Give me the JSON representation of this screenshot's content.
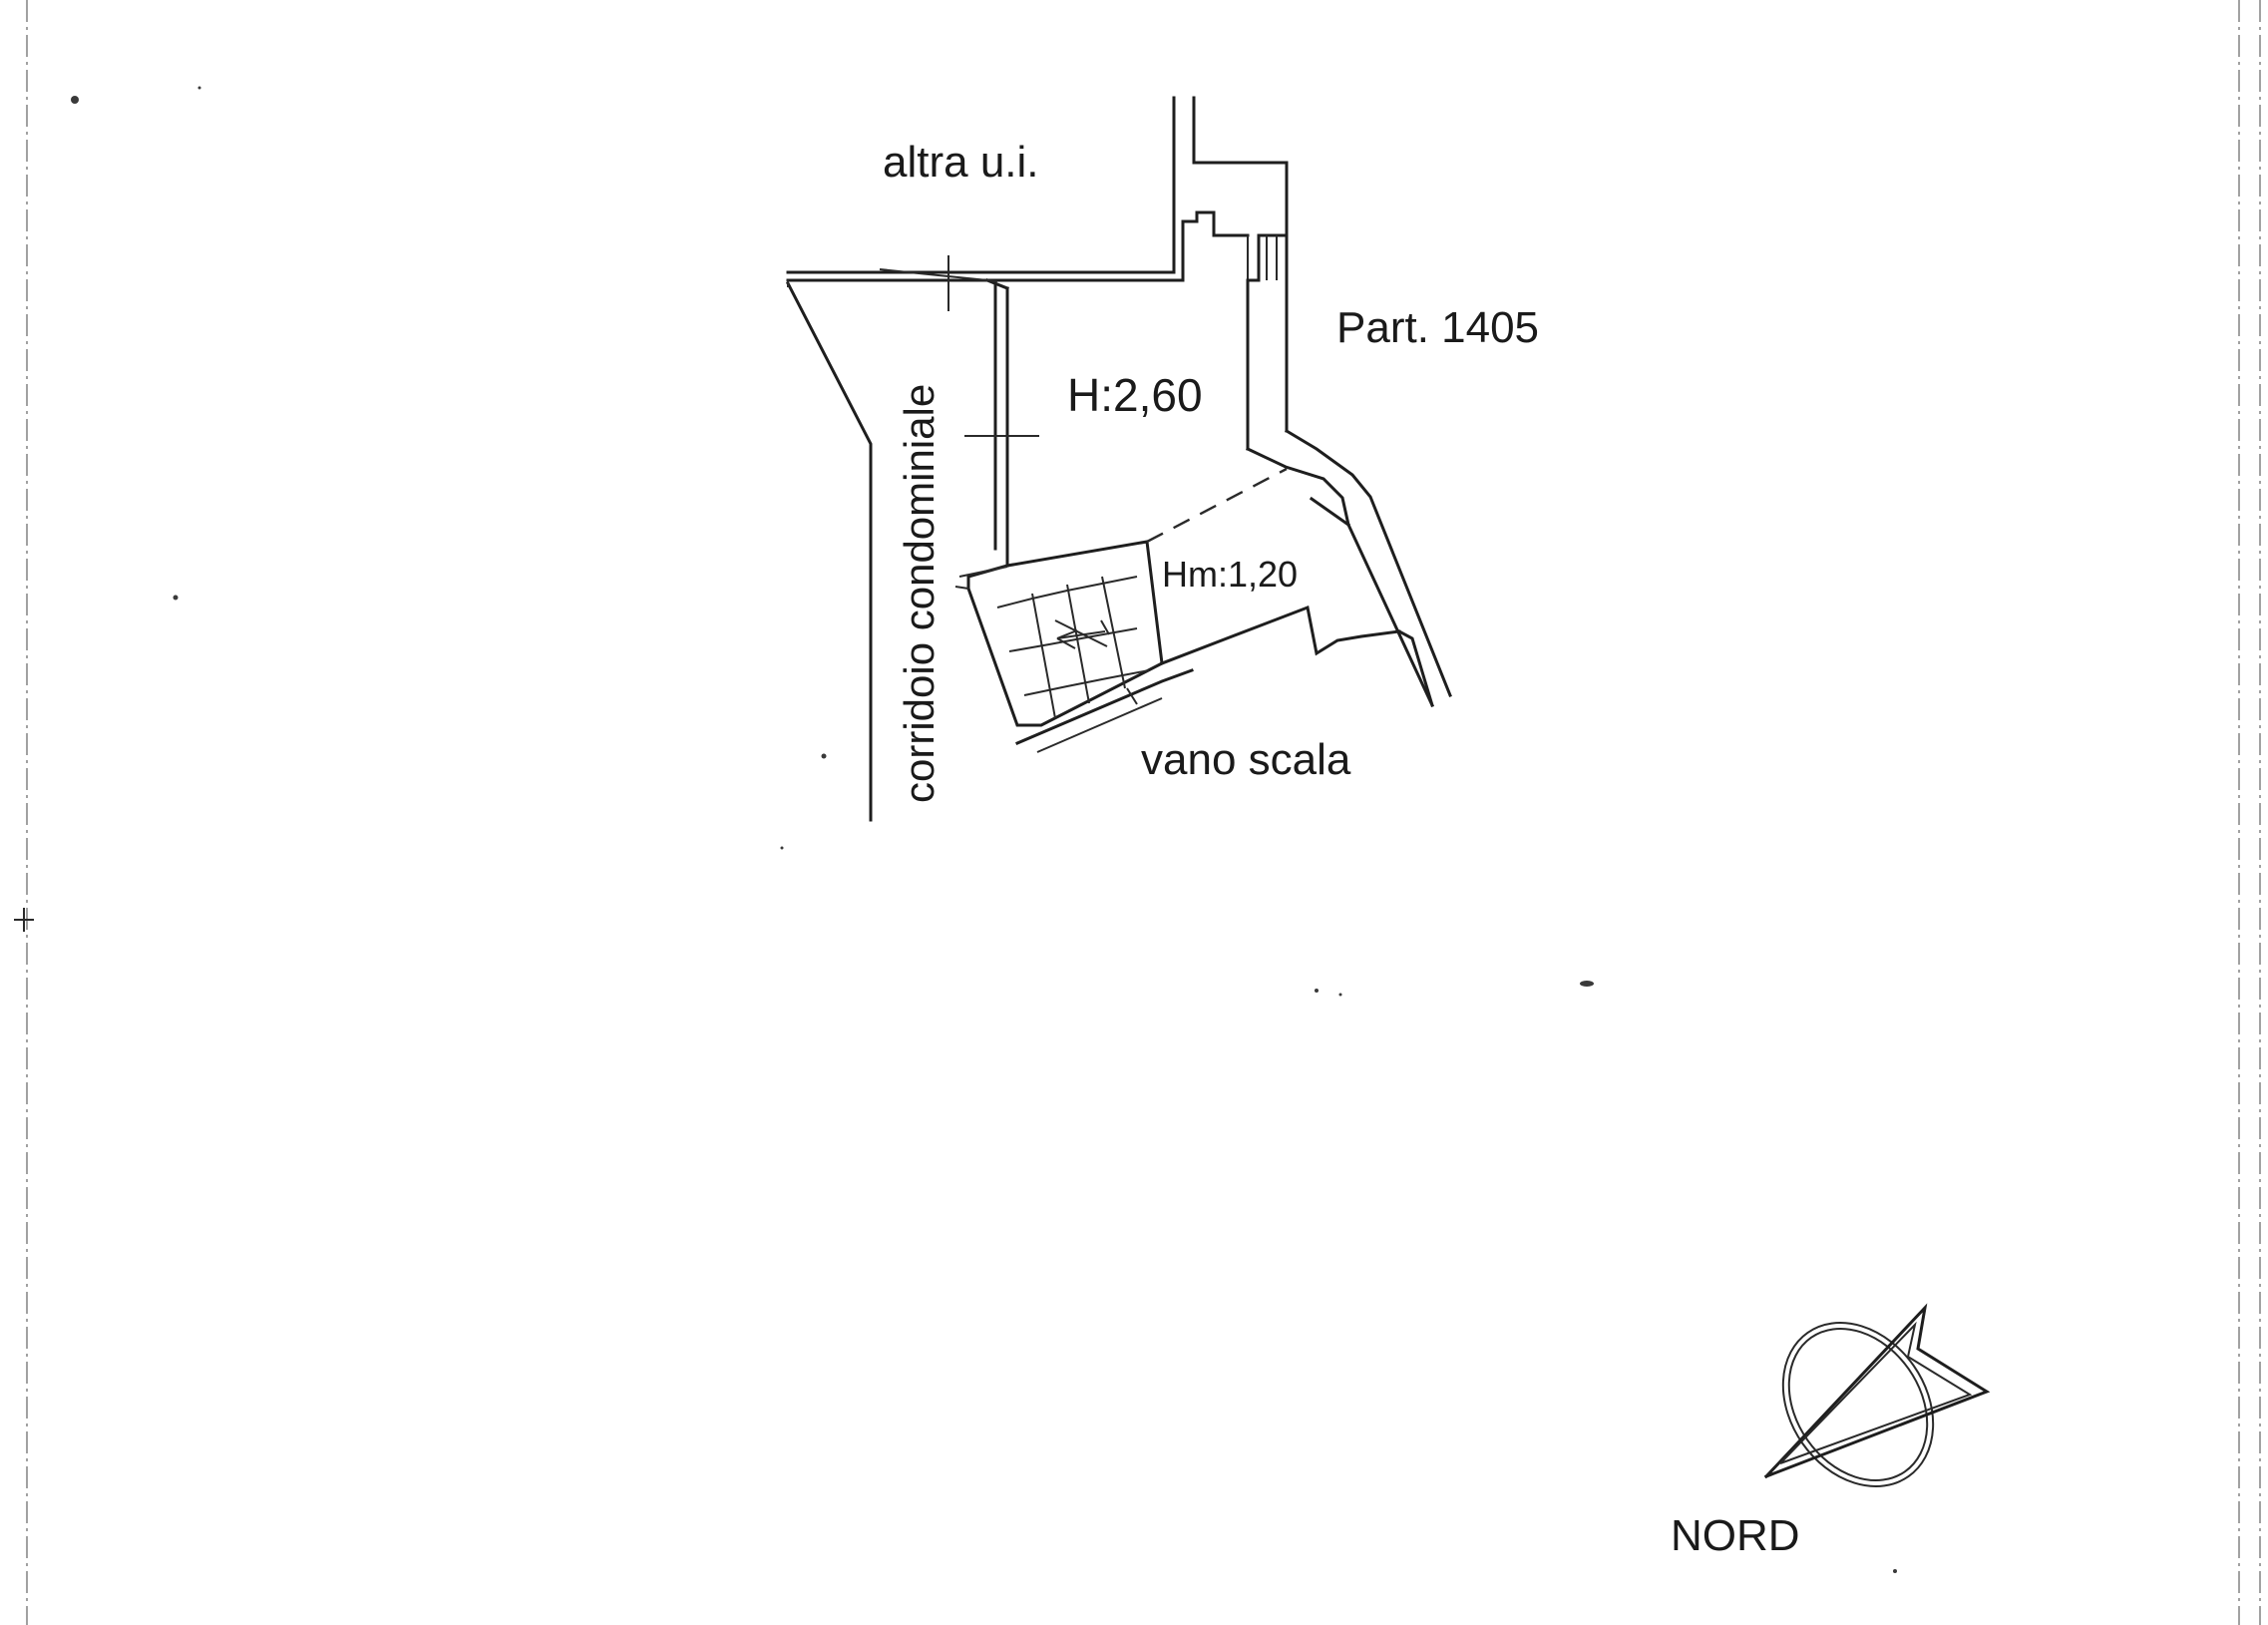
{
  "labels": {
    "neighbour_unit": "altra u.i.",
    "parcel": "Part. 1405",
    "room_height": "H:2,60",
    "corridor": "corridoio condominiale",
    "mezzanine_height": "Hm:1,20",
    "stairwell": "vano scala",
    "north": "NORD"
  },
  "colors": {
    "ink": "#1e1e1e",
    "paper": "#ffffff"
  },
  "icons": {
    "north_arrow": "north-arrow-icon"
  }
}
